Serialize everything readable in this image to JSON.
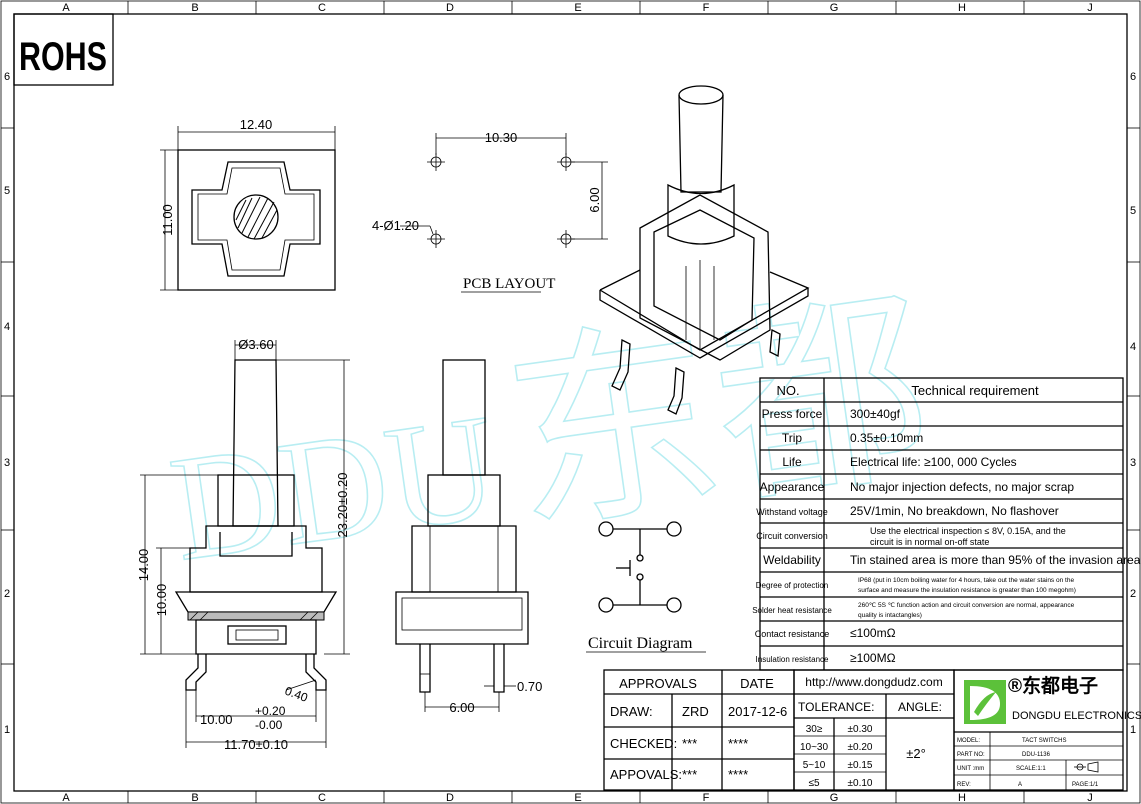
{
  "frame": {
    "cols": [
      "A",
      "B",
      "C",
      "D",
      "E",
      "F",
      "G",
      "H",
      "J"
    ],
    "rows": [
      "6",
      "5",
      "4",
      "3",
      "2",
      "1"
    ]
  },
  "rohs": "ROHS",
  "watermark": {
    "latin": "DDU",
    "cjk": "东都"
  },
  "top_view": {
    "width_dim": "12.40",
    "height_dim": "11.00"
  },
  "pcb_layout": {
    "title": "PCB LAYOUT",
    "pitch_x": "10.30",
    "pitch_y": "6.00",
    "hole_note": "4-Ø1.20"
  },
  "front_view": {
    "stem_dia": "Ø3.60",
    "height_total": "23.20±0.20",
    "height_14": "14.00",
    "height_10": "10.00",
    "bend": "0.40",
    "width_inner": "10.00",
    "tol_plus": "+0.20",
    "tol_minus": "-0.00",
    "width_outer": "11.70±0.10"
  },
  "side_view": {
    "pin_pitch": "6.00",
    "pin_width": "0.70"
  },
  "circuit": {
    "title": "Circuit Diagram"
  },
  "tech_table": {
    "head_no": "NO.",
    "head_req": "Technical requirement",
    "rows": [
      {
        "label": "Press force",
        "value": "300±40gf"
      },
      {
        "label": "Trip",
        "value": "0.35±0.10mm"
      },
      {
        "label": "Life",
        "value": "Electrical life: ≥100, 000 Cycles"
      },
      {
        "label": "Appearance",
        "value": "No major injection defects, no major scrap"
      },
      {
        "label": "Withstand voltage",
        "value": "25V/1min, No breakdown, No flashover"
      },
      {
        "label": "Circuit conversion",
        "value": "Use the electrical inspection ≤ 8V, 0.15A, and the",
        "value2": "circuit is in normal on-off state"
      },
      {
        "label": "Weldability",
        "value": "Tin stained area is more than 95% of the invasion area"
      },
      {
        "label": "Degree of protection",
        "value": "IP68 (put in 10cm boiling water for 4 hours, take out the water stains on the",
        "value2": "surface and measure the insulation resistance is greater than 100 megohm)"
      },
      {
        "label": "Solder heat resistance",
        "value": "260℃ 5S ℃ function action and circuit conversion are normal, appearance",
        "value2": "quality is intactangles)"
      },
      {
        "label": "Contact resistance",
        "value": "≤100mΩ"
      },
      {
        "label": "Insulation resistance",
        "value": "≥100MΩ"
      }
    ]
  },
  "approvals": {
    "h_approvals": "APPROVALS",
    "h_date": "DATE",
    "draw_label": "DRAW:",
    "draw_name": "ZRD",
    "draw_date": "2017-12-6",
    "checked_label": "CHECKED:",
    "checked_name": "***",
    "checked_date": "****",
    "appovals_label": "APPOVALS:",
    "appovals_name": "***",
    "appovals_date": "****"
  },
  "tolerance": {
    "url": "http://www.dongdudz.com",
    "label": "TOLERANCE:",
    "angle_label": "ANGLE:",
    "angle_value": "±2°",
    "rows": [
      {
        "range": "30≥",
        "tol": "±0.30"
      },
      {
        "range": "10~30",
        "tol": "±0.20"
      },
      {
        "range": "5~10",
        "tol": "±0.15"
      },
      {
        "range": "≤5",
        "tol": "±0.10"
      }
    ]
  },
  "company": {
    "name_cn": "®东都电子",
    "name_en": "DONGDU ELECTRONICS",
    "model_label": "MODEL:",
    "model_value": "TACT SWITCHS",
    "part_label": "PART NO:",
    "part_value": "DDU-1136",
    "unit_label": "UNIT :mm",
    "scale_label": "SCALE:1:1",
    "rev_label": "REV:",
    "rev_value": "A",
    "page_label": "PAGE:1/1"
  },
  "colors": {
    "logo_green": "#5cc13a",
    "watermark": "#7fe0e8"
  }
}
